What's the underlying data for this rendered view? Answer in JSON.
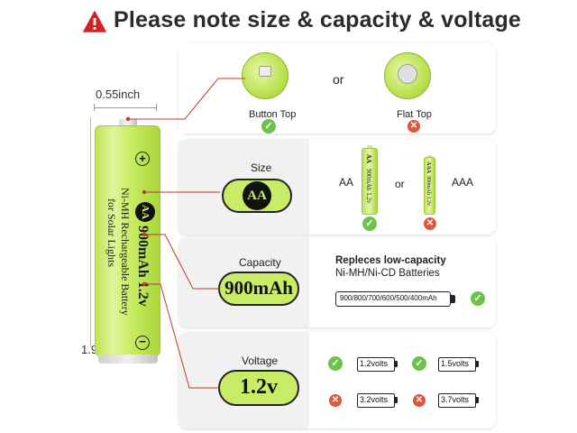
{
  "header": {
    "title": "Please note size & capacity & voltage",
    "icon": "warning-icon",
    "icon_color": "#d81f26"
  },
  "battery": {
    "width_label": "0.55inch",
    "height_label": "1.97inch",
    "size_badge": "AA",
    "main_text": "900mAh 1.2v",
    "line1": "Ni-MH Rechargeable Battery",
    "line2": "for Solar Lights",
    "plus_symbol": "+",
    "minus_symbol": "−",
    "body_color": "#c8ec63"
  },
  "panel_top": {
    "option_a_label": "Button Top",
    "option_a_status": "ok",
    "or_text": "or",
    "option_b_label": "Flat Top",
    "option_b_status": "no"
  },
  "panel_size": {
    "title": "Size",
    "pill": "AA",
    "aa_label": "AA",
    "or_text": "or",
    "aaa_label": "AAA",
    "aa_status": "ok",
    "aaa_status": "no",
    "mini_aa_text": "900mAh 1.2v",
    "mini_aaa_text": "900mAh 1.2v",
    "mini_aa_badge": "AA",
    "mini_aaa_badge": "AAA"
  },
  "panel_capacity": {
    "title": "Capacity",
    "pill": "900mAh",
    "replaces_line1": "Repleces low-capacity",
    "replaces_line2": "Ni-MH/Ni-CD Batteries",
    "capacities": "900/800/700/600/500/400mAh",
    "status": "ok"
  },
  "panel_voltage": {
    "title": "Voltage",
    "pill": "1.2v",
    "options": [
      {
        "label": "1.2volts",
        "status": "ok"
      },
      {
        "label": "1.5volts",
        "status": "ok"
      },
      {
        "label": "3.2volts",
        "status": "no"
      },
      {
        "label": "3.7volts",
        "status": "no"
      }
    ]
  },
  "colors": {
    "ok": "#6cc24a",
    "no": "#e2553c",
    "accent_green": "#c9ec66",
    "connector": "#c0392b"
  }
}
